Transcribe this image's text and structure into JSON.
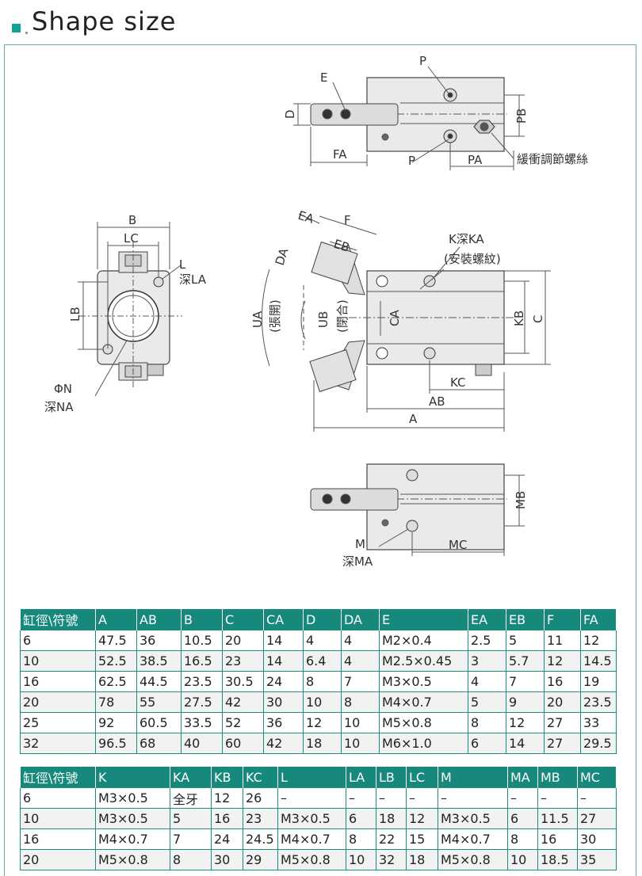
{
  "header": {
    "title": "Shape size"
  },
  "labels": {
    "P": "P",
    "E": "E",
    "D": "D",
    "PB": "PB",
    "FA": "FA",
    "PA": "PA",
    "buffer": "緩衝調節螺絲",
    "B": "B",
    "LC": "LC",
    "L": "L",
    "deepLA": "深LA",
    "LB": "LB",
    "phiN": "ΦN",
    "deepNA": "深NA",
    "EA": "EA",
    "F": "F",
    "EB": "EB",
    "DA": "DA",
    "K": "K深KA",
    "Kmount": "(安裝螺紋)",
    "UA": "UA",
    "UAopen": "(張開)",
    "UB": "UB",
    "UBclose": "(閉合)",
    "CA": "CA",
    "KB": "KB",
    "C": "C",
    "KC": "KC",
    "AB": "AB",
    "A": "A",
    "MB": "MB",
    "M": "M",
    "deepMA": "深MA",
    "MC": "MC"
  },
  "table1": {
    "headers": [
      "缸徑\\符號",
      "A",
      "AB",
      "B",
      "C",
      "CA",
      "D",
      "DA",
      "E",
      "EA",
      "EB",
      "F",
      "FA"
    ],
    "rows": [
      [
        "6",
        "47.5",
        "36",
        "10.5",
        "20",
        "14",
        "4",
        "4",
        "M2×0.4",
        "2.5",
        "5",
        "11",
        "12"
      ],
      [
        "10",
        "52.5",
        "38.5",
        "16.5",
        "23",
        "14",
        "6.4",
        "4",
        "M2.5×0.45",
        "3",
        "5.7",
        "12",
        "14.5"
      ],
      [
        "16",
        "62.5",
        "44.5",
        "23.5",
        "30.5",
        "24",
        "8",
        "7",
        "M3×0.5",
        "4",
        "7",
        "16",
        "19"
      ],
      [
        "20",
        "78",
        "55",
        "27.5",
        "42",
        "30",
        "10",
        "8",
        "M4×0.7",
        "5",
        "9",
        "20",
        "23.5"
      ],
      [
        "25",
        "92",
        "60.5",
        "33.5",
        "52",
        "36",
        "12",
        "10",
        "M5×0.8",
        "8",
        "12",
        "27",
        "33"
      ],
      [
        "32",
        "96.5",
        "68",
        "40",
        "60",
        "42",
        "18",
        "10",
        "M6×1.0",
        "6",
        "14",
        "27",
        "29.5"
      ]
    ]
  },
  "table2": {
    "headers": [
      "缸徑\\符號",
      "K",
      "KA",
      "KB",
      "KC",
      "L",
      "LA",
      "LB",
      "LC",
      "M",
      "MA",
      "MB",
      "MC"
    ],
    "rows": [
      [
        "6",
        "M3×0.5",
        "全牙",
        "12",
        "26",
        "–",
        "–",
        "–",
        "–",
        "–",
        "–",
        "–",
        "–"
      ],
      [
        "10",
        "M3×0.5",
        "5",
        "16",
        "23",
        "M3×0.5",
        "6",
        "18",
        "12",
        "M3×0.5",
        "6",
        "11.5",
        "27"
      ],
      [
        "16",
        "M4×0.7",
        "7",
        "24",
        "24.5",
        "M4×0.7",
        "8",
        "22",
        "15",
        "M4×0.7",
        "8",
        "16",
        "30"
      ],
      [
        "20",
        "M5×0.8",
        "8",
        "30",
        "29",
        "M5×0.8",
        "10",
        "32",
        "18",
        "M5×0.8",
        "10",
        "18.5",
        "35"
      ]
    ]
  }
}
